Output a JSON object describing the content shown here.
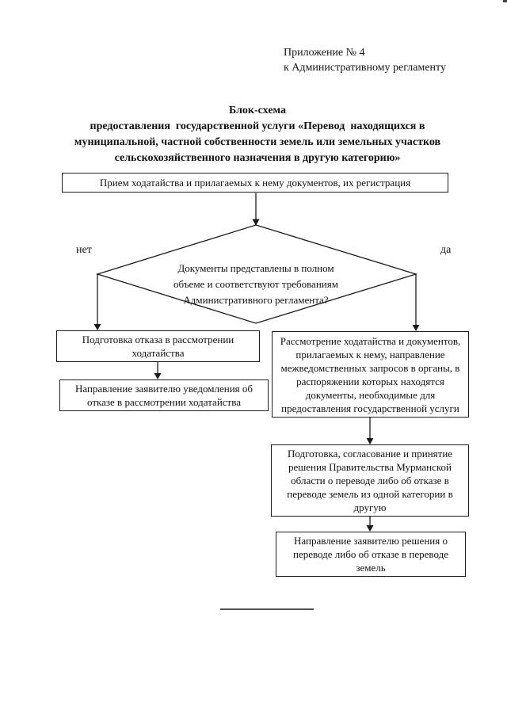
{
  "document": {
    "annex": {
      "line1": "Приложение № 4",
      "line2": "к Административному регламенту"
    },
    "title": {
      "lines": [
        "Блок-схема",
        "предоставления  государственной услуги «Перевод  находящихся в",
        "муниципальной, частной собственности земель или земельных участков",
        "сельскохозяйственного назначения в другую категорию»"
      ]
    },
    "flowchart": {
      "start_box": "Прием ходатайства и прилагаемых к нему документов, их регистрация",
      "decision": "Документы представлены в полном объеме и соответствуют требованиям Административного регламента?",
      "branch_no_label": "нет",
      "branch_yes_label": "да",
      "no_box_1": "Подготовка отказа в рассмотрении ходатайства",
      "no_box_2": "Направление заявителю уведомления об отказе в рассмотрении ходатайства",
      "yes_box_1": "Рассмотрение ходатайства и документов, прилагаемых к нему, направление межведомственных запросов в органы, в распоряжении которых находятся документы, необходимые для предоставления государственной услуги",
      "yes_box_2": "Подготовка, согласование и принятие решения Правительства Мурманской области о переводе либо об отказе в переводе земель из одной категории в другую",
      "yes_box_3": "Направление заявителю решения о переводе либо об отказе в переводе земель"
    },
    "colors": {
      "ink": "#1a1a1a",
      "background": "#ffffff",
      "separator_gray": "#4f4f4f"
    }
  }
}
